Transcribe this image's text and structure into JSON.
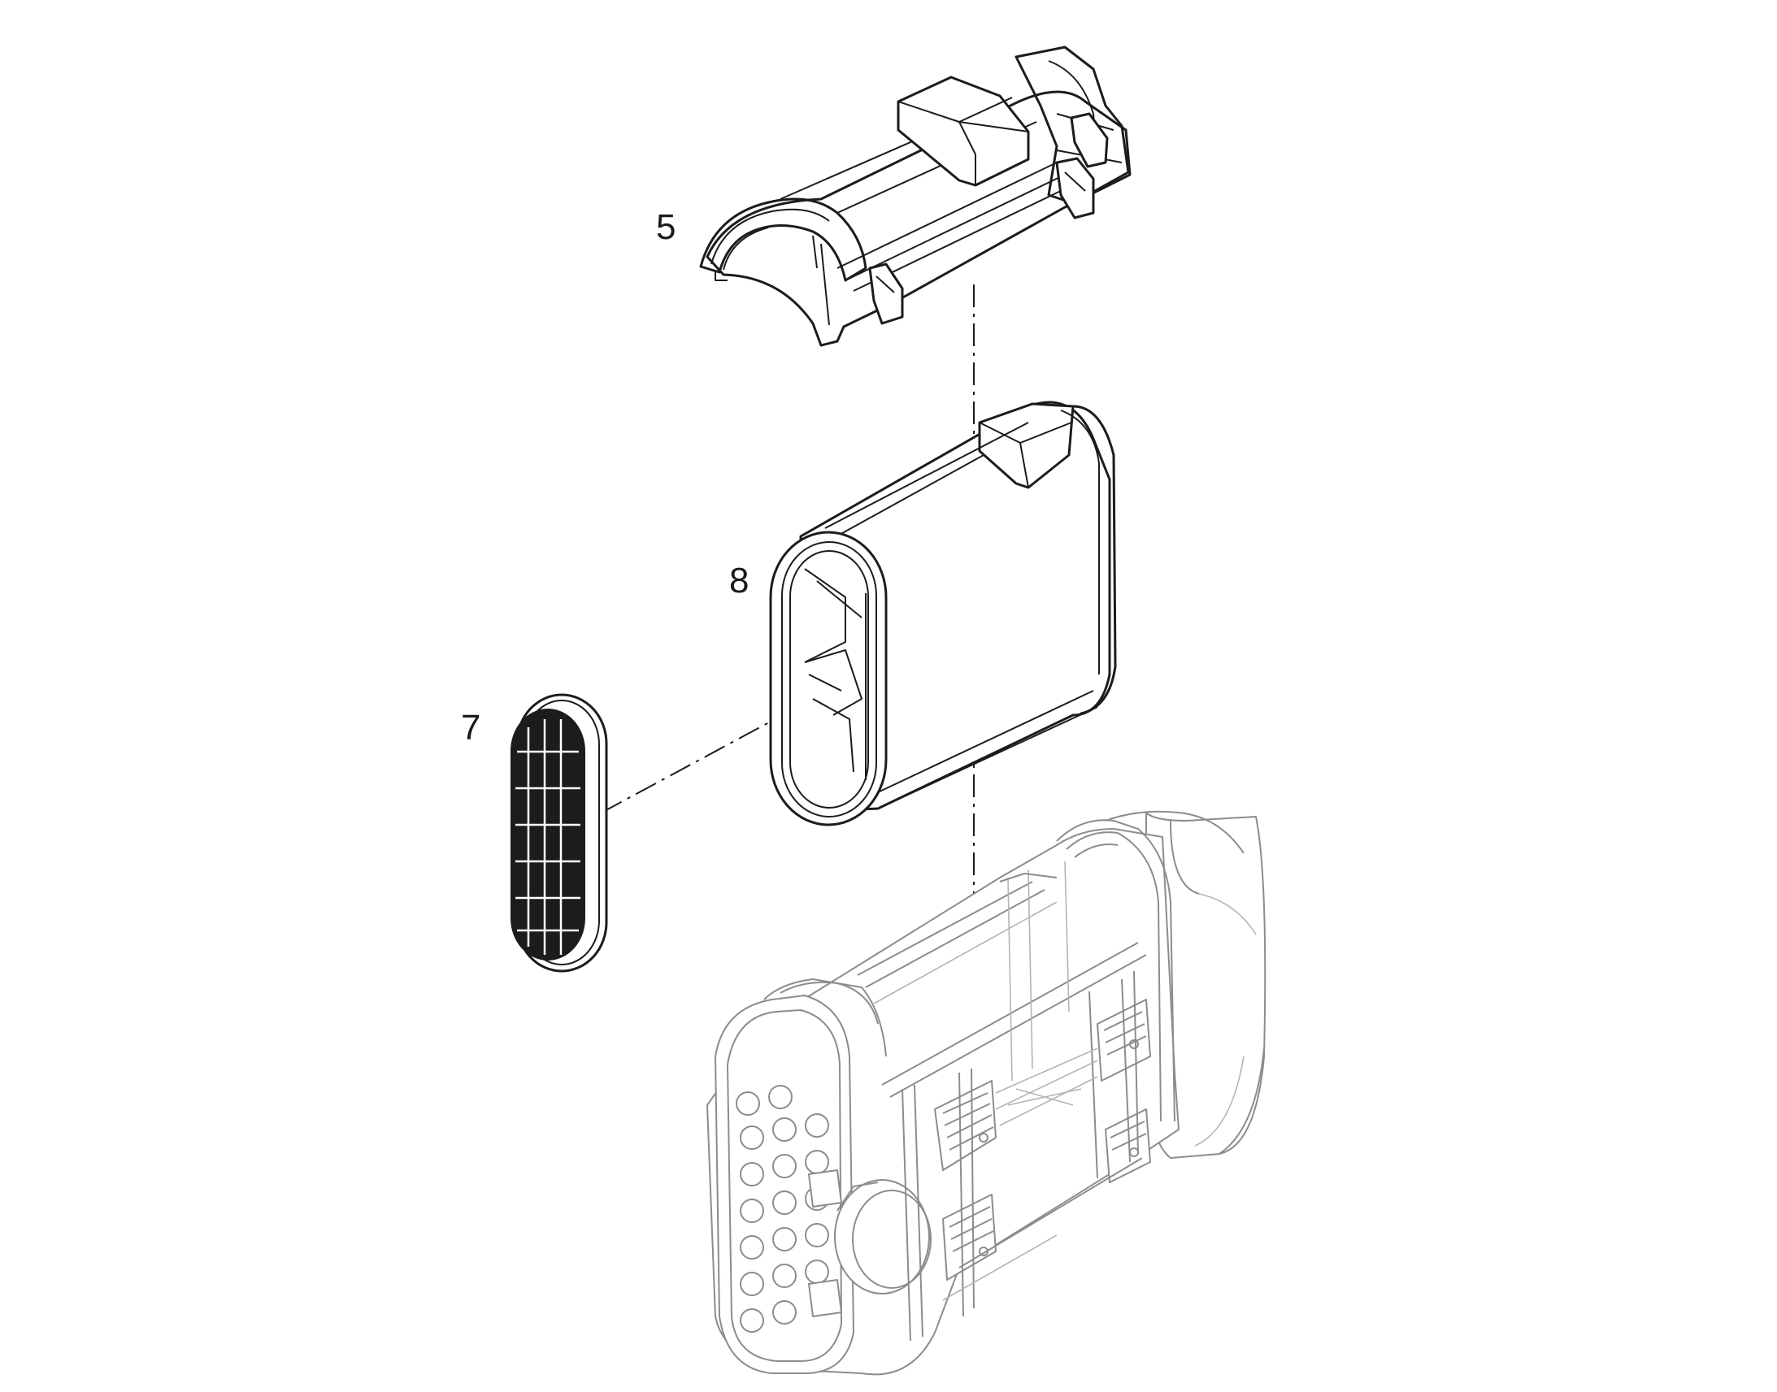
{
  "callouts": {
    "part_5": "5",
    "part_8": "8",
    "part_7": "7"
  },
  "colors": {
    "line": "#1c1c1c",
    "housing": "#8c8c8c",
    "background": "#ffffff"
  }
}
